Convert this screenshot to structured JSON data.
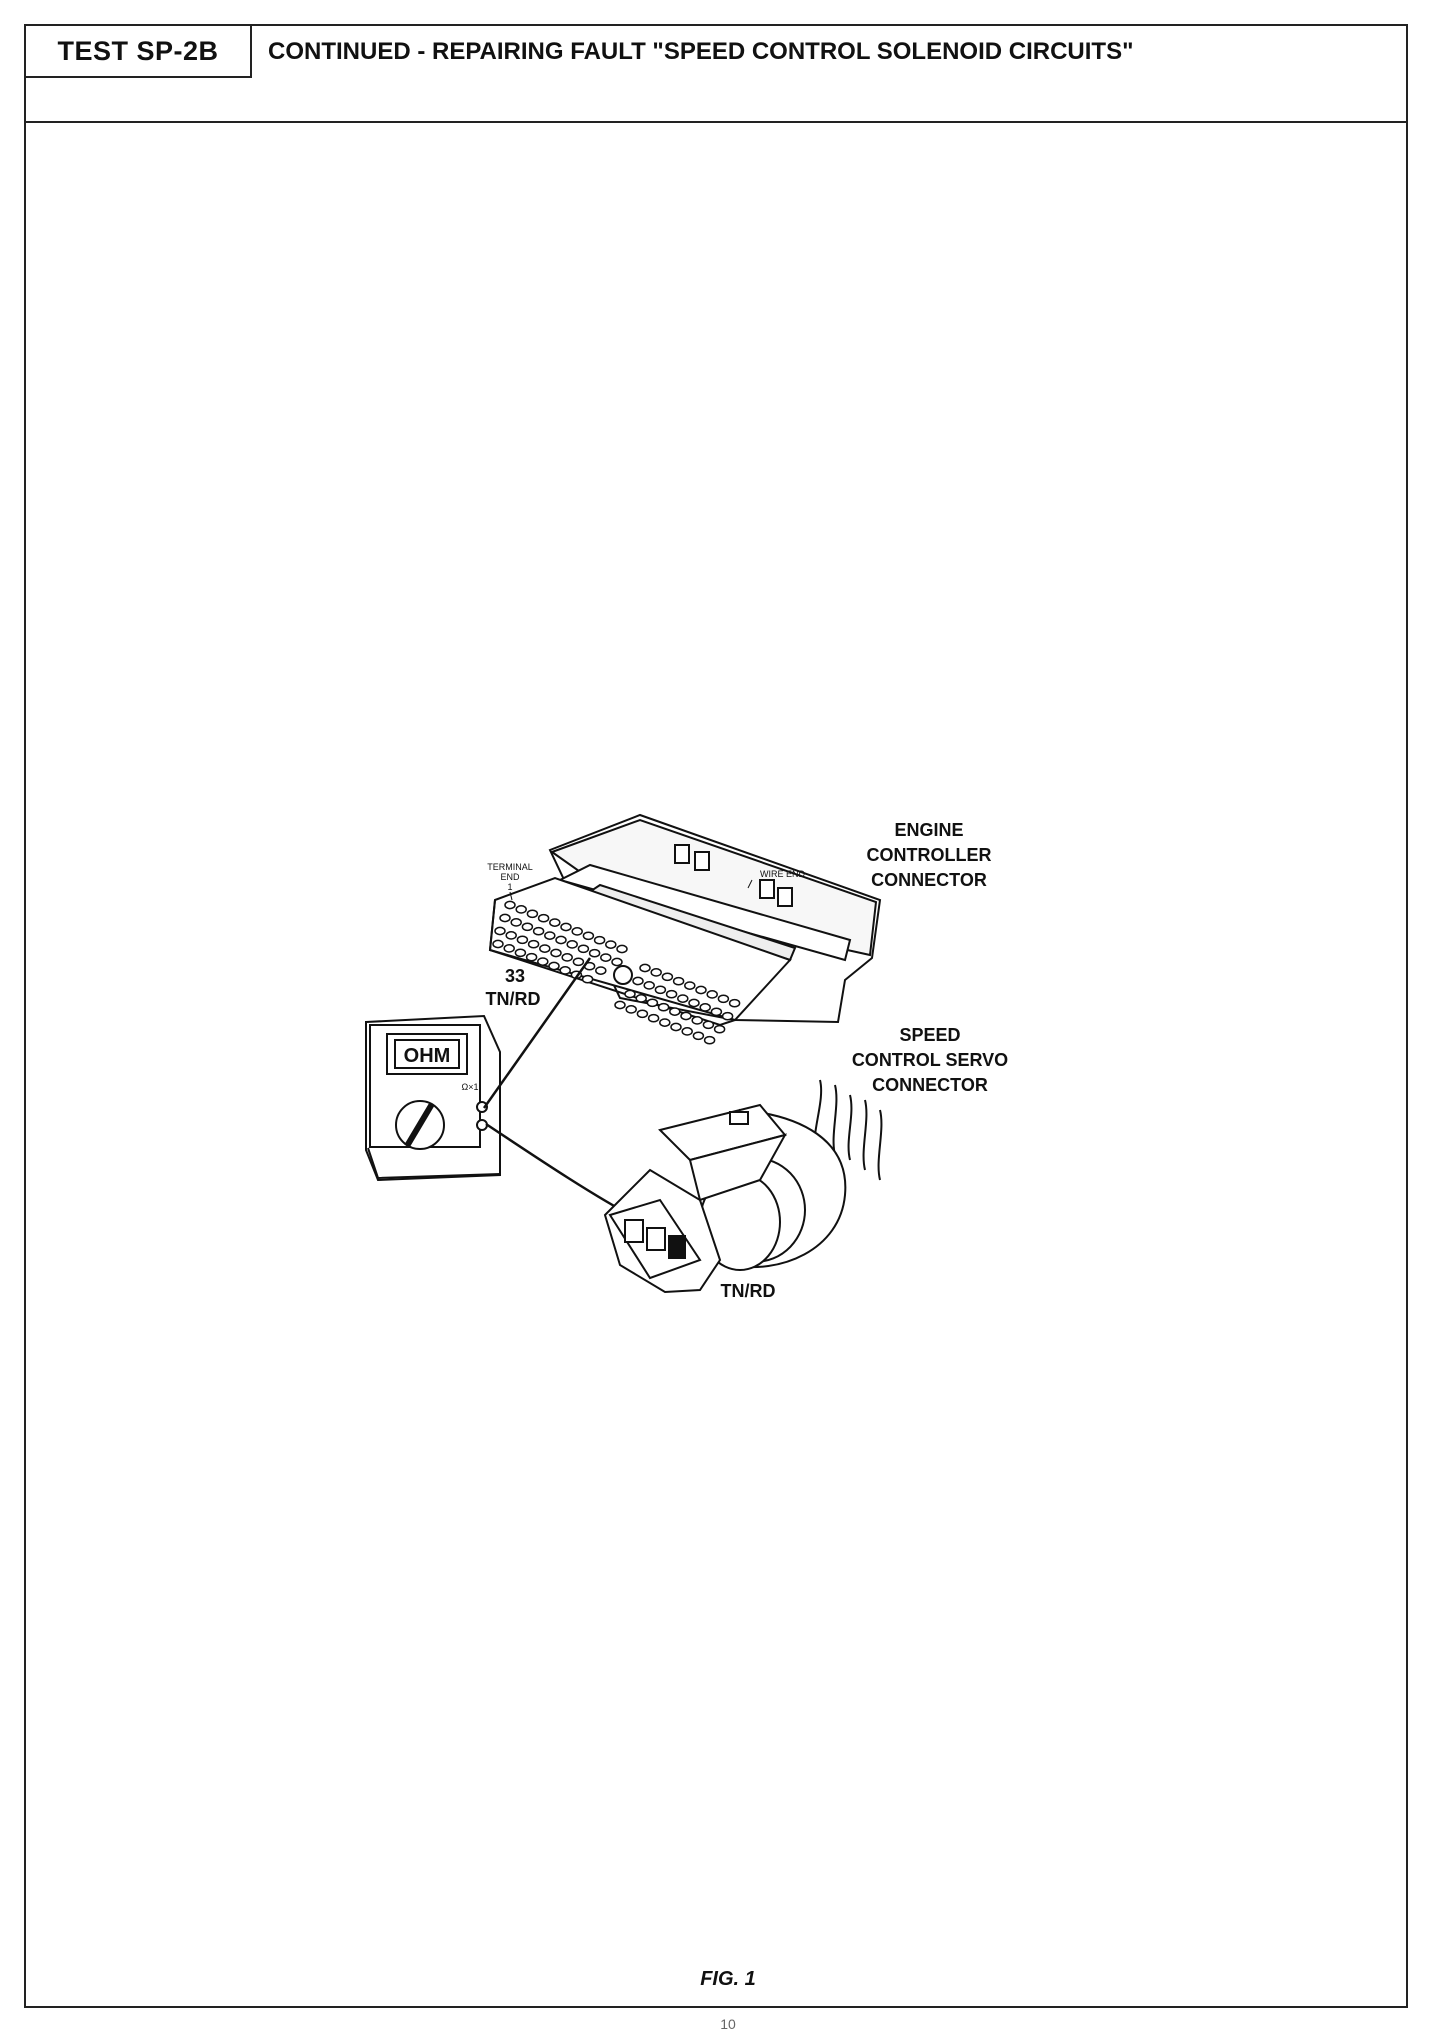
{
  "header": {
    "test_id": "TEST SP-2B",
    "title": "CONTINUED - REPAIRING FAULT \"SPEED CONTROL SOLENOID CIRCUITS\""
  },
  "figure": {
    "engine_connector_label": [
      "ENGINE",
      "CONTROLLER",
      "CONNECTOR"
    ],
    "terminal_end_label": [
      "TERMINAL",
      "END"
    ],
    "terminal_number_1": "1",
    "wire_end_label": "WIRE END",
    "pin_label": "33",
    "wire_color_upper": "TN/RD",
    "ohmmeter_display": "OHM",
    "ohmmeter_range": "Ω×1",
    "servo_connector_label": [
      "SPEED",
      "CONTROL SERVO",
      "CONNECTOR"
    ],
    "wire_color_lower": "TN/RD",
    "caption": "FIG. 1"
  },
  "footer": {
    "page_number": "10"
  }
}
